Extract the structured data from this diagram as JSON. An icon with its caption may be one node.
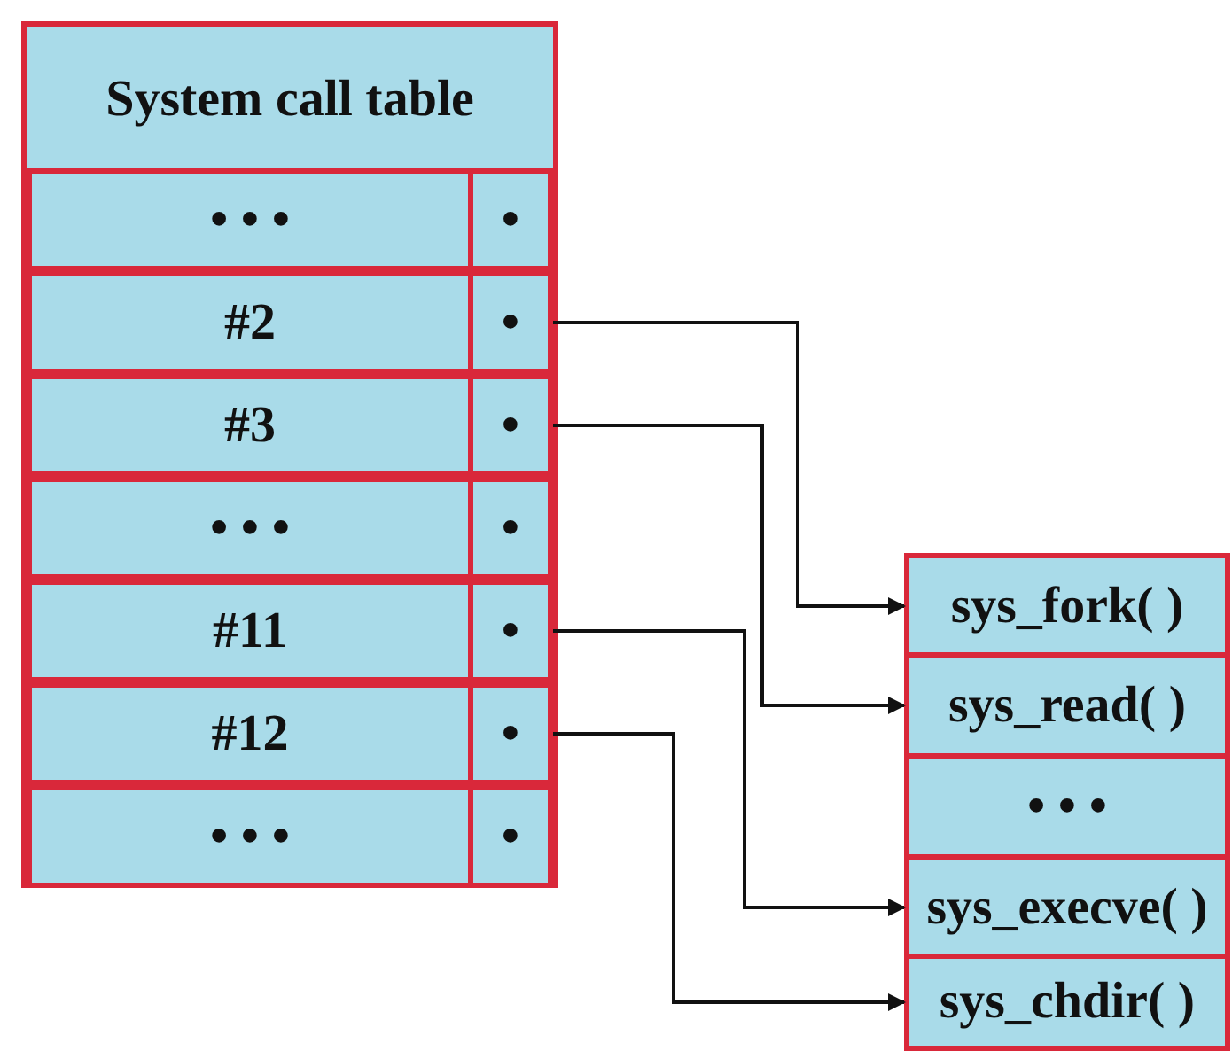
{
  "diagram": {
    "nodes": [
      {
        "text": [
          "System call table"
        ]
      },
      {
        "text": [
          "• • •"
        ],
        "in": 0
      },
      {
        "text": [
          "•"
        ],
        "in": 0
      },
      {
        "text": [
          "#2"
        ],
        "in": 0
      },
      {
        "text": [
          "•"
        ],
        "in": 0
      },
      {
        "text": [
          "#3"
        ],
        "in": 0
      },
      {
        "text": [
          "•"
        ],
        "in": 0
      },
      {
        "text": [
          "• • •"
        ],
        "in": 0
      },
      {
        "text": [
          "•"
        ],
        "in": 0
      },
      {
        "text": [
          "#11"
        ],
        "in": 0
      },
      {
        "text": [
          "•"
        ],
        "in": 0
      },
      {
        "text": [
          "#12"
        ],
        "in": 0
      },
      {
        "text": [
          "•"
        ],
        "in": 0
      },
      {
        "text": [
          "• • •"
        ],
        "in": 0
      },
      {
        "text": [
          "•"
        ],
        "in": 0
      },
      {
        "text": [
          "sys_fork( )"
        ]
      },
      {
        "text": [
          "sys_read( )"
        ]
      },
      {
        "text": [
          "• • •"
        ]
      },
      {
        "text": [
          "sys_execve( )"
        ]
      },
      {
        "text": [
          "sys_chdir( )"
        ]
      }
    ],
    "edges": [
      {
        "from": 4,
        "to": 15,
        "arrow": "to"
      },
      {
        "from": 6,
        "to": 16,
        "arrow": "to"
      },
      {
        "from": 10,
        "to": 18,
        "arrow": "to"
      },
      {
        "from": 12,
        "to": 19,
        "arrow": "to"
      }
    ]
  }
}
